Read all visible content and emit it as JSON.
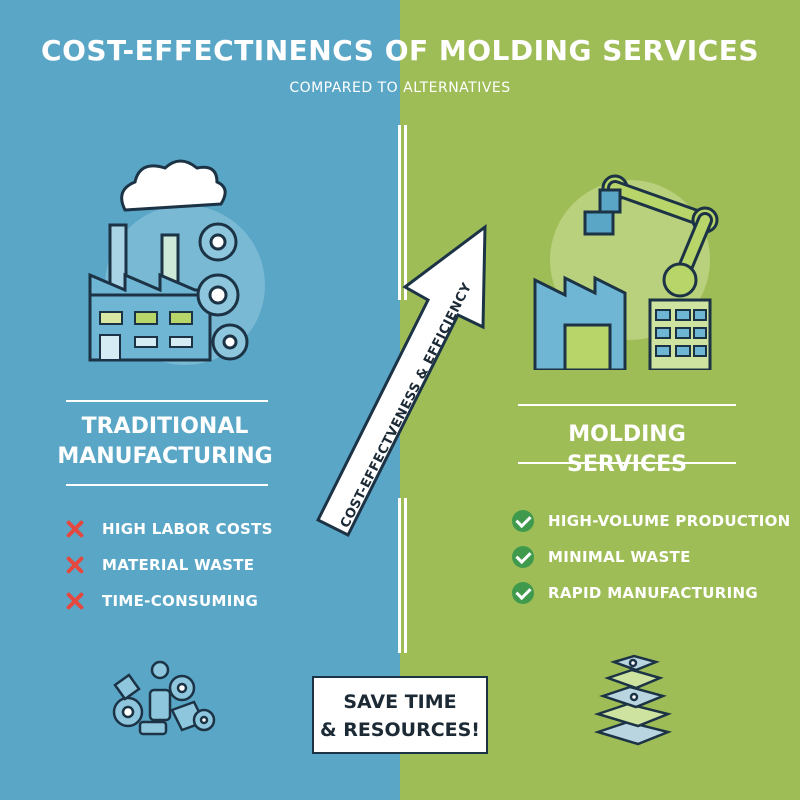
{
  "header": {
    "title": "COST-EFFECTINENCS OF MOLDING SERVICES",
    "subtitle": "COMPARED TO ALTERNATIVES"
  },
  "colors": {
    "left_bg": "#5aa6c6",
    "right_bg": "#9fbd57",
    "x_mark": "#e5483f",
    "check": "#3f9a4d",
    "outline": "#1c3346"
  },
  "left": {
    "heading_line1": "TRADITIONAL",
    "heading_line2": "MANUFACTURING",
    "items": [
      "HIGH LABOR COSTS",
      "MATERIAL WASTE",
      "TIME-CONSUMING"
    ],
    "icon": "factory-with-gears-icon"
  },
  "right": {
    "heading": "MOLDING SERVICES",
    "items": [
      "HIGH-VOLUME PRODUCTION",
      "MINIMAL WASTE",
      "RAPID MANUFACTURING"
    ],
    "icon": "robotic-arm-factory-icon"
  },
  "arrow": {
    "label": "COST-EFFECTVENESS & EFFICIENCY"
  },
  "callout": {
    "line1": "SAVE TIME",
    "line2": "& RESOURCES!"
  }
}
